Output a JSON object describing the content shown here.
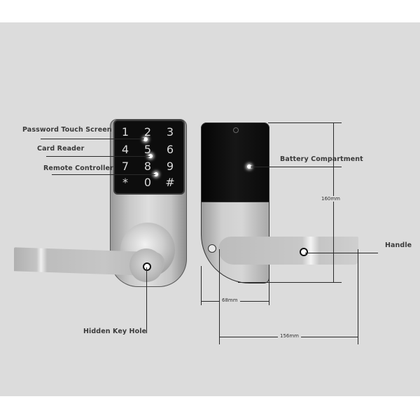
{
  "diagram": {
    "subject": "Digital keypad door lever lock - front and back views",
    "background_color": "#dcdcdc",
    "callouts": {
      "password_touch_screen": "Password Touch Screen",
      "card_reader": "Card Reader",
      "remote_controller": "Remote Controller",
      "hidden_key_hole": "Hidden Key Hole",
      "battery_compartment": "Battery Compartment",
      "handle": "Handle"
    },
    "keypad": {
      "keys": [
        "1",
        "2",
        "3",
        "4",
        "5",
        "6",
        "7",
        "8",
        "9",
        "*",
        "0",
        "#"
      ]
    },
    "dimensions": {
      "height": "160mm",
      "width_body": "68mm",
      "width_total": "156mm"
    }
  }
}
